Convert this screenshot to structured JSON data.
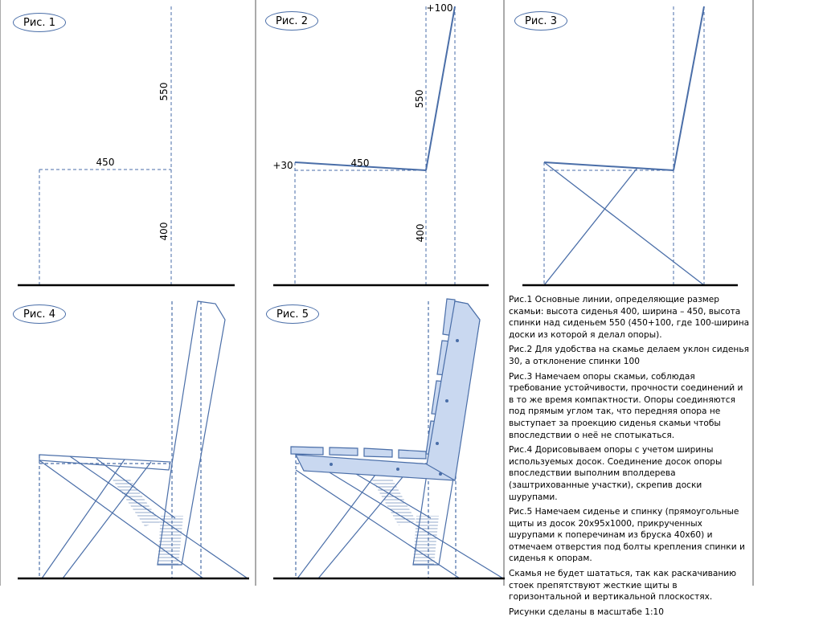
{
  "labels": {
    "fig1": "Рис. 1",
    "fig2": "Рис. 2",
    "fig3": "Рис. 3",
    "fig4": "Рис. 4",
    "fig5": "Рис. 5"
  },
  "dimensions": {
    "fig1": {
      "height_back": "550",
      "width": "450",
      "height_seat": "400"
    },
    "fig2": {
      "back_offset": "+100",
      "height_back": "550",
      "seat_rise": "+30",
      "width": "450",
      "height_seat": "400"
    }
  },
  "notes": [
    "Рис.1 Основные линии, определяющие размер скамьи: высота сиденья 400, ширина – 450, высота спинки над сиденьем 550 (450+100, где 100-ширина доски из которой я делал опоры).",
    "Рис.2 Для удобства на скамье делаем уклон сиденья 30, а отклонение спинки 100",
    "Рис.3 Намечаем опоры скамьи, соблюдая требование устойчивости, прочности соединений и в то же время компактности. Опоры соединяются под прямым углом так, что передняя опора не выступает за проекцию сиденья скамьи чтобы впоследствии о неё не спотыкаться.",
    "Рис.4 Дорисовываем опоры с учетом ширины используемых досок. Соединение досок опоры впоследствии выполним вполдерева (заштрихованные участки), скрепив доски шурупами.",
    "Рис.5 Намечаем сиденье и спинку (прямоугольные щиты из досок 20х95х1000, прикрученных шурупами к поперечинам из бруска 40х60) и отмечаем отверстия под болты крепления спинки и сиденья к опорам.",
    "Скамья не будет шататься, так как раскачиванию стоек препятствуют жесткие щиты в горизонтальной и вертикальной плоскостях.",
    "Рисунки сделаны в масштабе 1:10"
  ],
  "colors": {
    "line": "#4a6ea8",
    "fill": "#c9d8f0",
    "ground": "#000000"
  }
}
